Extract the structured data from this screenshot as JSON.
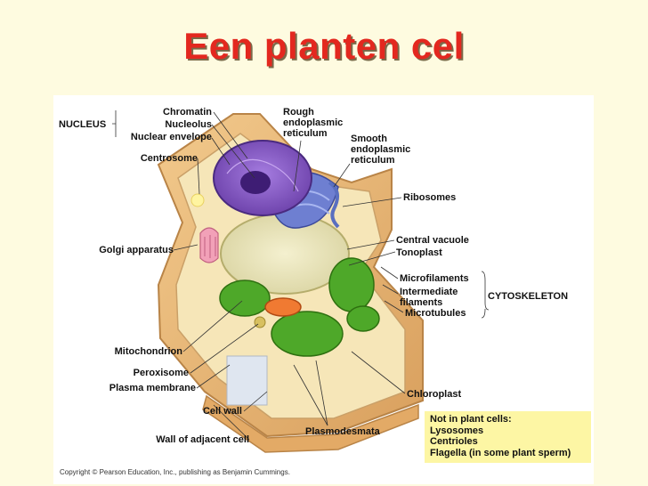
{
  "title": "Een planten cel",
  "labels": {
    "nucleus": "NUCLEUS",
    "chromatin": "Chromatin",
    "nucleolus": "Nucleolus",
    "nuclear_envelope": "Nuclear envelope",
    "centrosome": "Centrosome",
    "golgi": "Golgi apparatus",
    "mitochondrion": "Mitochondrion",
    "peroxisome": "Peroxisome",
    "plasma_membrane": "Plasma membrane",
    "cell_wall": "Cell wall",
    "wall_adjacent": "Wall of adjacent cell",
    "rough_er_1": "Rough",
    "rough_er_2": "endoplasmic",
    "rough_er_3": "reticulum",
    "smooth_er_1": "Smooth",
    "smooth_er_2": "endoplasmic",
    "smooth_er_3": "reticulum",
    "ribosomes": "Ribosomes",
    "central_vacuole": "Central vacuole",
    "tonoplast": "Tonoplast",
    "microfilaments": "Microfilaments",
    "intermediate_1": "Intermediate",
    "intermediate_2": "filaments",
    "microtubules": "Microtubules",
    "cytoskeleton": "CYTOSKELETON",
    "chloroplast": "Chloroplast",
    "plasmodesmata": "Plasmodesmata"
  },
  "note": {
    "heading": "Not in plant cells:",
    "items": [
      "Lysosomes",
      "Centrioles",
      "Flagella (in some plant sperm)"
    ]
  },
  "copyright": "Copyright © Pearson Education, Inc., publishing as Benjamin Cummings.",
  "colors": {
    "title": "#e3281f",
    "background": "#fefbe0",
    "cell_wall": "#e9b574",
    "nucleus": "#8a5ec4",
    "chloroplast": "#4ea829",
    "vacuole": "#e9e4b8",
    "note_box": "#fdf6a4"
  }
}
